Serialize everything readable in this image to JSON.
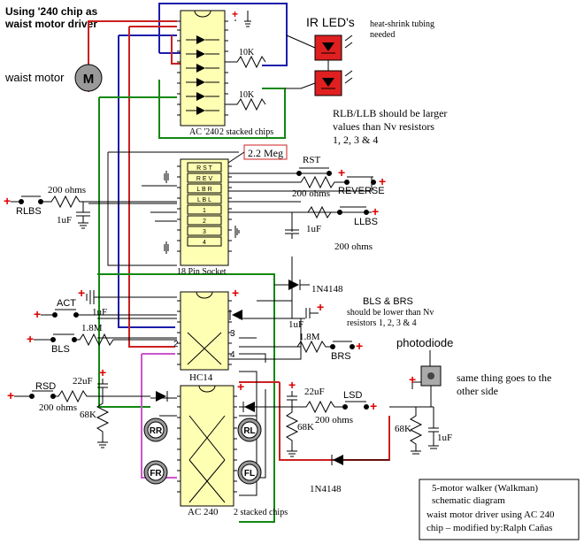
{
  "title": {
    "line1": "Using '240 chip as",
    "line2": "waist motor driver",
    "color": "#008000"
  },
  "labels": {
    "ir_leds": "IR LED's",
    "heat_shrink1": "heat-shrink tubing",
    "heat_shrink2": "needed",
    "waist_motor": "waist motor",
    "motor_symbol": "M",
    "res_10k_1": "10K",
    "res_10k_2": "10K",
    "ac240_top": "AC '240",
    "stacked_top": "2 stacked chips",
    "rlb_note1": "RLB/LLB should be larger",
    "rlb_note2": "values than Nv resistors",
    "rlb_note3": "1, 2, 3 & 4",
    "meg": "2.2 Meg",
    "rst": "RST",
    "r200_rst": "200 ohms",
    "reverse": "REVERSE",
    "r200_rlbs": "200 ohms",
    "rlbs": "RLBS",
    "cap_rlbs": "1uF",
    "llbs": "LLBS",
    "cap_llbs": "1uF",
    "r200_llbs": "200 ohms",
    "socket": "18 Pin Socket",
    "act": "ACT",
    "cap_act": "1uF",
    "diode_top": "1N4148",
    "cap_mid": "1uF",
    "bls_brs1": "BLS & BRS",
    "bls_brs2": "should be lower than Nv",
    "bls_brs3": "resistors 1, 2, 3 & 4",
    "r18m_left": "1.8M",
    "bls": "BLS",
    "r18m_right": "1.8M",
    "brs": "BRS",
    "hc14": "HC14",
    "photodiode": "photodiode",
    "same_thing1": "same thing goes to the",
    "same_thing2": "other side",
    "rsd": "RSD",
    "cap_22uf_left": "22uF",
    "r200_rsd": "200 ohms",
    "r68k_left": "68K",
    "cap_22uf_mid": "22uF",
    "lsd": "LSD",
    "r200_lsd": "200 ohms",
    "r68k_mid": "68K",
    "r68k_right": "68K",
    "cap_right": "1uF",
    "diode_bottom": "1N4148",
    "ac240_bottom": "AC 240",
    "stacked_bottom": "2 stacked chips",
    "pin_2": "2",
    "pin_3": "3",
    "pin_4": "4",
    "motors": [
      "RR",
      "RL",
      "FR",
      "FL"
    ],
    "socket_cells": [
      "R S T",
      "R E V",
      "L B R",
      "L B L",
      "1",
      "2",
      "3",
      "4"
    ]
  },
  "notes": {
    "line1": "5-motor walker (Walkman)",
    "line2": "schematic diagram",
    "line3": "waist motor driver using AC 240",
    "line4": "chip  –  modified by:Ralph Cañas"
  },
  "colors": {
    "chip_fill": "#ffffb4",
    "led_red": "#e02020",
    "wire_blue": "#1c1caa",
    "wire_red": "#cc2020",
    "wire_green": "#118811",
    "wire_magenta": "#cc55cc",
    "plus_red": "#dd0000"
  }
}
